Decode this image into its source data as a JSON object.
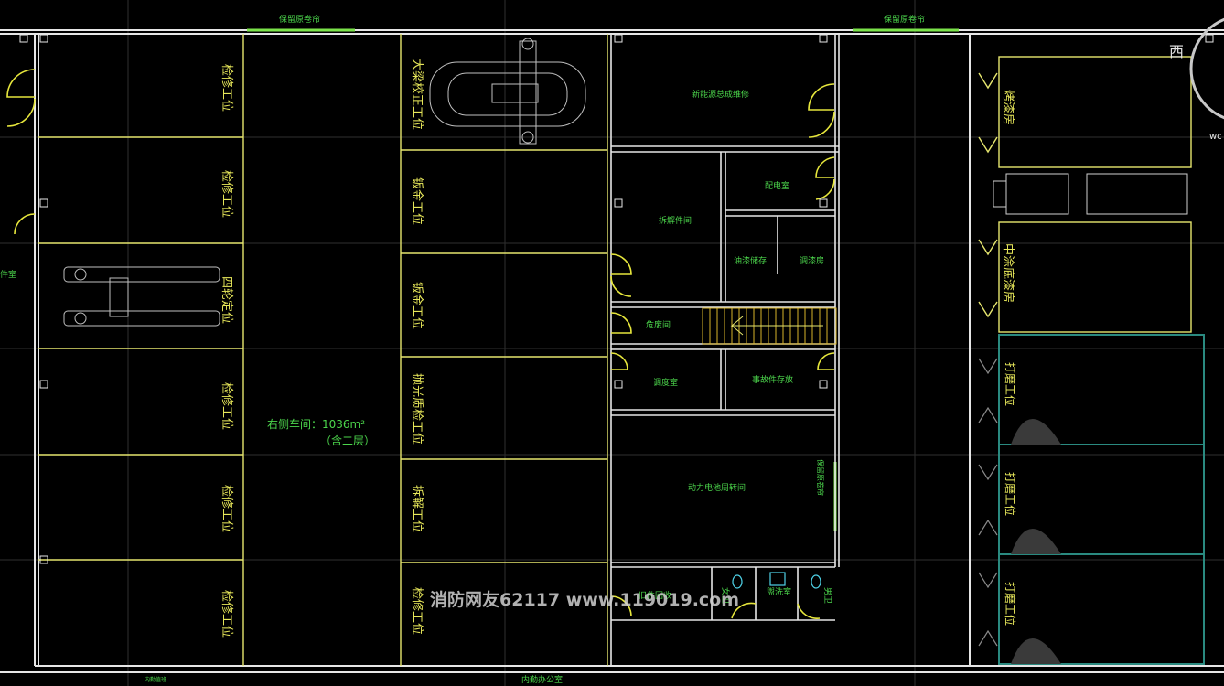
{
  "top_labels": {
    "left": "保留原卷帘",
    "right": "保留原卷帘"
  },
  "compass": "西",
  "corner_fragment": "wc",
  "left_column": [
    "检修工位",
    "检修工位",
    "四轮定位",
    "检修工位",
    "检修工位",
    "检修工位"
  ],
  "left_edge_fragment": "件室",
  "workshop": {
    "title": "右侧车间：1036m²",
    "subtitle": "（含二层）"
  },
  "middle_column": [
    "大梁校正工位",
    "钣金工位",
    "钣金工位",
    "抛光质检工位",
    "拆解工位",
    "检修工位"
  ],
  "rooms": {
    "new_energy": "新能源总成维修",
    "power_room": "配电室",
    "dismantle_room": "拆解件间",
    "oil_storage": "油漆储存",
    "paint_mix": "调漆房",
    "hazard_waste": "危废间",
    "dispatch": "调度室",
    "accident_parts": "事故件存放",
    "battery_turnover": "动力电池周转间",
    "parts_recycle": "旧件回收",
    "female_wc": "女卫",
    "washroom": "盥洗室",
    "male_wc": "男卫",
    "inner_office": "内勤办公室",
    "bottom_small": "内勤值班",
    "side_vertical": "保留原卷帘"
  },
  "right_column": {
    "paint_booth": "烤漆房",
    "mid_paint_booth": "中涂底漆房",
    "prep_stations": [
      "打磨工位",
      "打磨工位",
      "打磨工位"
    ]
  },
  "watermark": "消防网友62117 www.119019.com",
  "colors": {
    "wall": "#ffffff",
    "partition": "#e6e66e",
    "door": "#e6e63c",
    "label_yellow": "#e8e85a",
    "label_green": "#4cd64c",
    "grid": "#3a3a3a",
    "teal": "#2a8a80"
  }
}
